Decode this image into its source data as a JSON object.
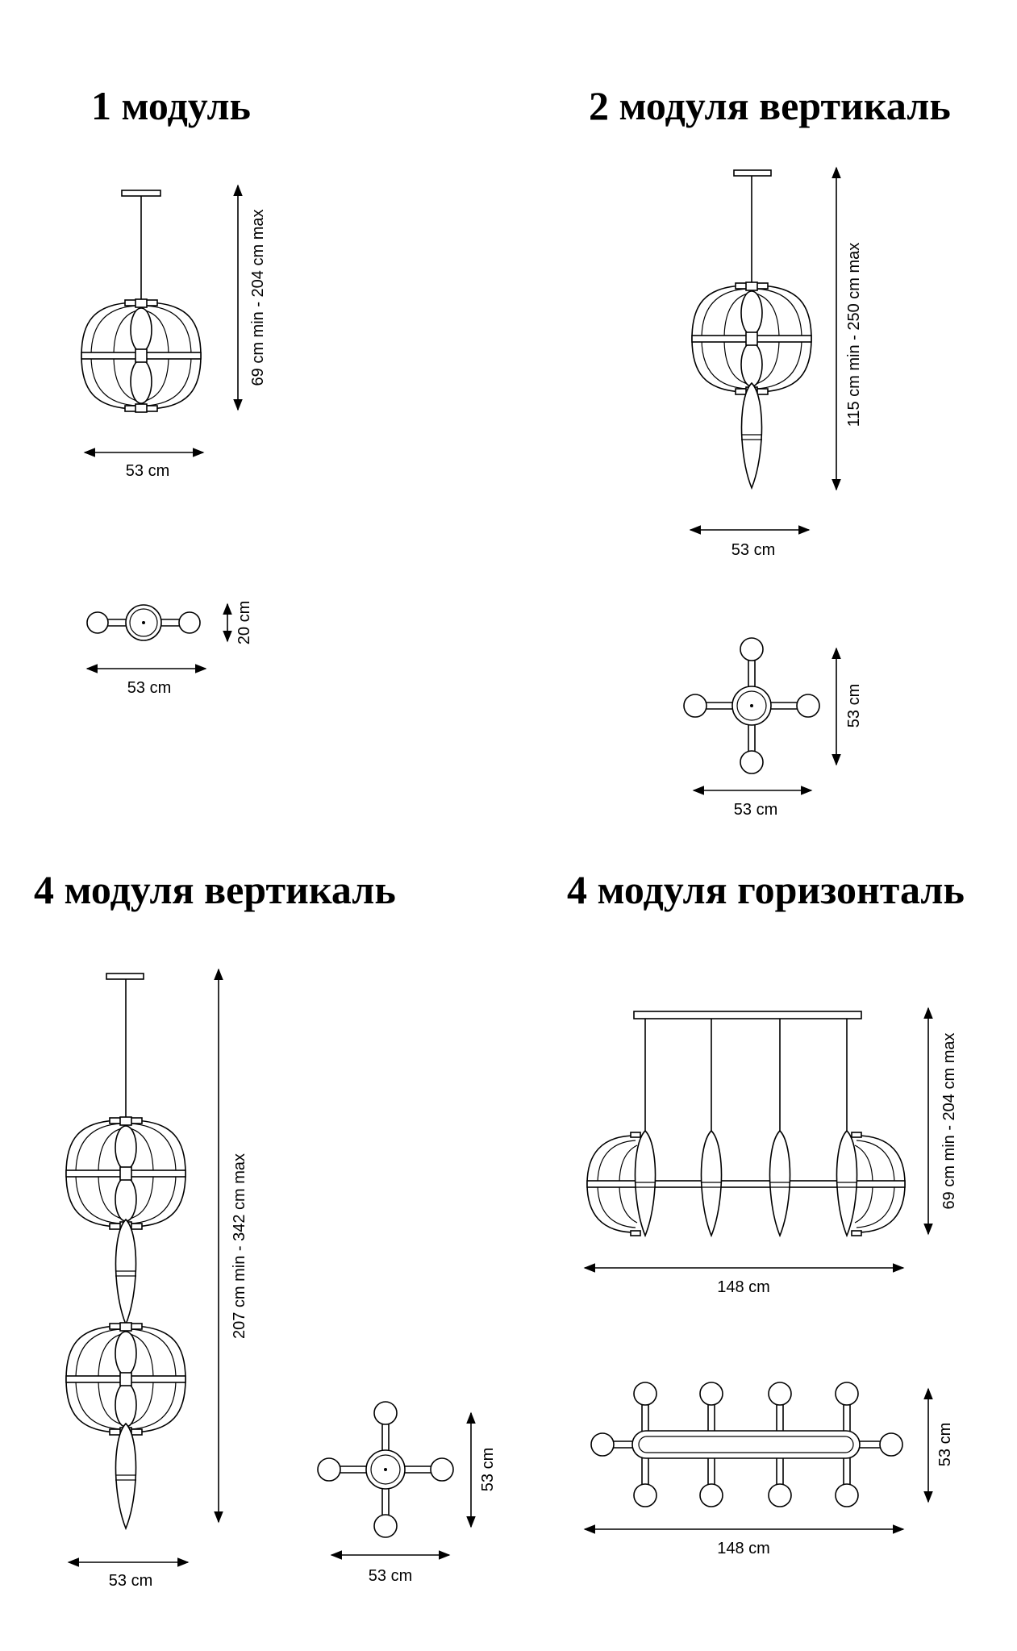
{
  "sections": [
    {
      "title": "1 модуль",
      "side_view": {
        "width": "53 cm",
        "height": "69 cm min - 204 cm max"
      },
      "top_view": {
        "width": "53 cm",
        "depth": "20 cm"
      }
    },
    {
      "title": "2 модуля вертикаль",
      "side_view": {
        "width": "53 cm",
        "height": "115 cm min - 250 cm max"
      },
      "top_view": {
        "width": "53 cm",
        "depth": "53 cm"
      }
    },
    {
      "title": "4 модуля вертикаль",
      "side_view": {
        "width": "53 cm",
        "height": "207 cm min - 342 cm max"
      },
      "top_view": {
        "width": "53 cm",
        "depth": "53 cm"
      }
    },
    {
      "title": "4 модуля горизонталь",
      "side_view": {
        "width": "148 cm",
        "height": "69 cm min - 204 cm max"
      },
      "top_view": {
        "width": "148 cm",
        "depth": "53 cm"
      }
    }
  ]
}
